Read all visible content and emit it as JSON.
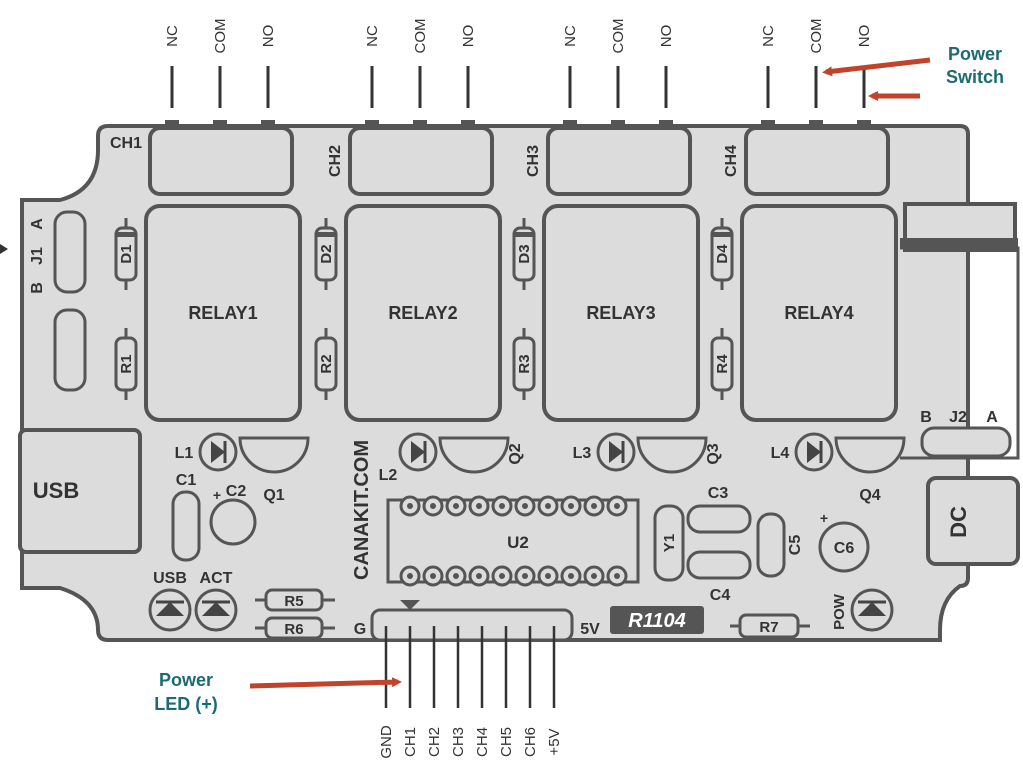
{
  "relays": [
    {
      "channel": "CH1",
      "relay": "RELAY1",
      "diode": "D1",
      "resistor": "R1",
      "led": "L1",
      "transistor": "Q1"
    },
    {
      "channel": "CH2",
      "relay": "RELAY2",
      "diode": "D2",
      "resistor": "R2",
      "led": "L2",
      "transistor": "Q2"
    },
    {
      "channel": "CH3",
      "relay": "RELAY3",
      "diode": "D3",
      "resistor": "R3",
      "led": "L3",
      "transistor": "Q3"
    },
    {
      "channel": "CH4",
      "relay": "RELAY4",
      "diode": "D4",
      "resistor": "R4",
      "led": "L4",
      "transistor": "Q4"
    }
  ],
  "terminal_labels": [
    "NC",
    "COM",
    "NO"
  ],
  "annotations": {
    "power_switch_line1": "Power",
    "power_switch_line2": "Switch",
    "power_led_line1": "Power",
    "power_led_line2": "LED (+)"
  },
  "board": {
    "usb": "USB",
    "dc": "DC",
    "c1": "C1",
    "c2": "C2",
    "c3": "C3",
    "c4": "C4",
    "c5": "C5",
    "c6": "C6",
    "u2": "U2",
    "y1": "Y1",
    "r5": "R5",
    "r6": "R6",
    "r7": "R7",
    "revision": "R1104",
    "website": "CANAKIT.COM",
    "led_usb": "USB",
    "led_act": "ACT",
    "led_pow": "POW",
    "j1": "J1",
    "j1_a": "A",
    "j1_b": "B",
    "j2": "J2",
    "j2_a": "A",
    "j2_b": "B",
    "plus": "+",
    "header_g": "G",
    "header_5v": "5V"
  },
  "header_pins": [
    "GND",
    "CH1",
    "CH2",
    "CH3",
    "CH4",
    "CH5",
    "CH6",
    "+5V"
  ],
  "colors": {
    "board": "#dcdcdc",
    "outline": "#555555",
    "arrow": "#c0432b",
    "annotation": "#1a6b73"
  }
}
